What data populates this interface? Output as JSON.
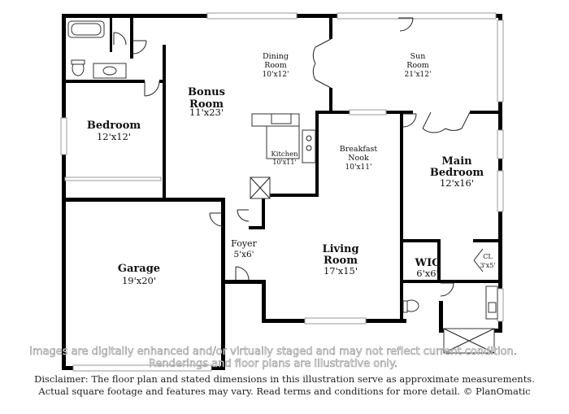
{
  "rooms": [
    {
      "id": "bonus",
      "name": "Bonus Room",
      "dims": "11'x23'"
    },
    {
      "id": "dining",
      "name": "Dining Room",
      "dims": "10'x12'"
    },
    {
      "id": "sun",
      "name": "Sun Room",
      "dims": "21'x12'"
    },
    {
      "id": "bedroom",
      "name": "Bedroom",
      "dims": "12'x12'"
    },
    {
      "id": "kitchen",
      "name": "Kitchen",
      "dims": "10'x11'"
    },
    {
      "id": "breakfast",
      "name": "Breakfast Nook",
      "dims": "10'x11'"
    },
    {
      "id": "main-bedroom",
      "name": "Main Bedroom",
      "dims": "12'x16'"
    },
    {
      "id": "foyer",
      "name": "Foyer",
      "dims": "5'x6'"
    },
    {
      "id": "living",
      "name": "Living Room",
      "dims": "17'x15'"
    },
    {
      "id": "garage",
      "name": "Garage",
      "dims": "19'x20'"
    },
    {
      "id": "wic",
      "name": "WIC",
      "dims": "6'x6'"
    },
    {
      "id": "closet",
      "name": "CL",
      "dims": "3'x5'"
    }
  ],
  "watermark": {
    "line1": "Images are digitally enhanced and/or virtually staged and may not reflect current condition.",
    "line2": "Renderings and floor plans are illustrative only."
  },
  "disclaimer": {
    "line1": "Disclaimer: The floor plan and stated dimensions in this illustration serve as approximate measurements.",
    "line2": "Actual square footage and features may vary. Read terms and conditions for more detail. © PlanOmatic"
  }
}
